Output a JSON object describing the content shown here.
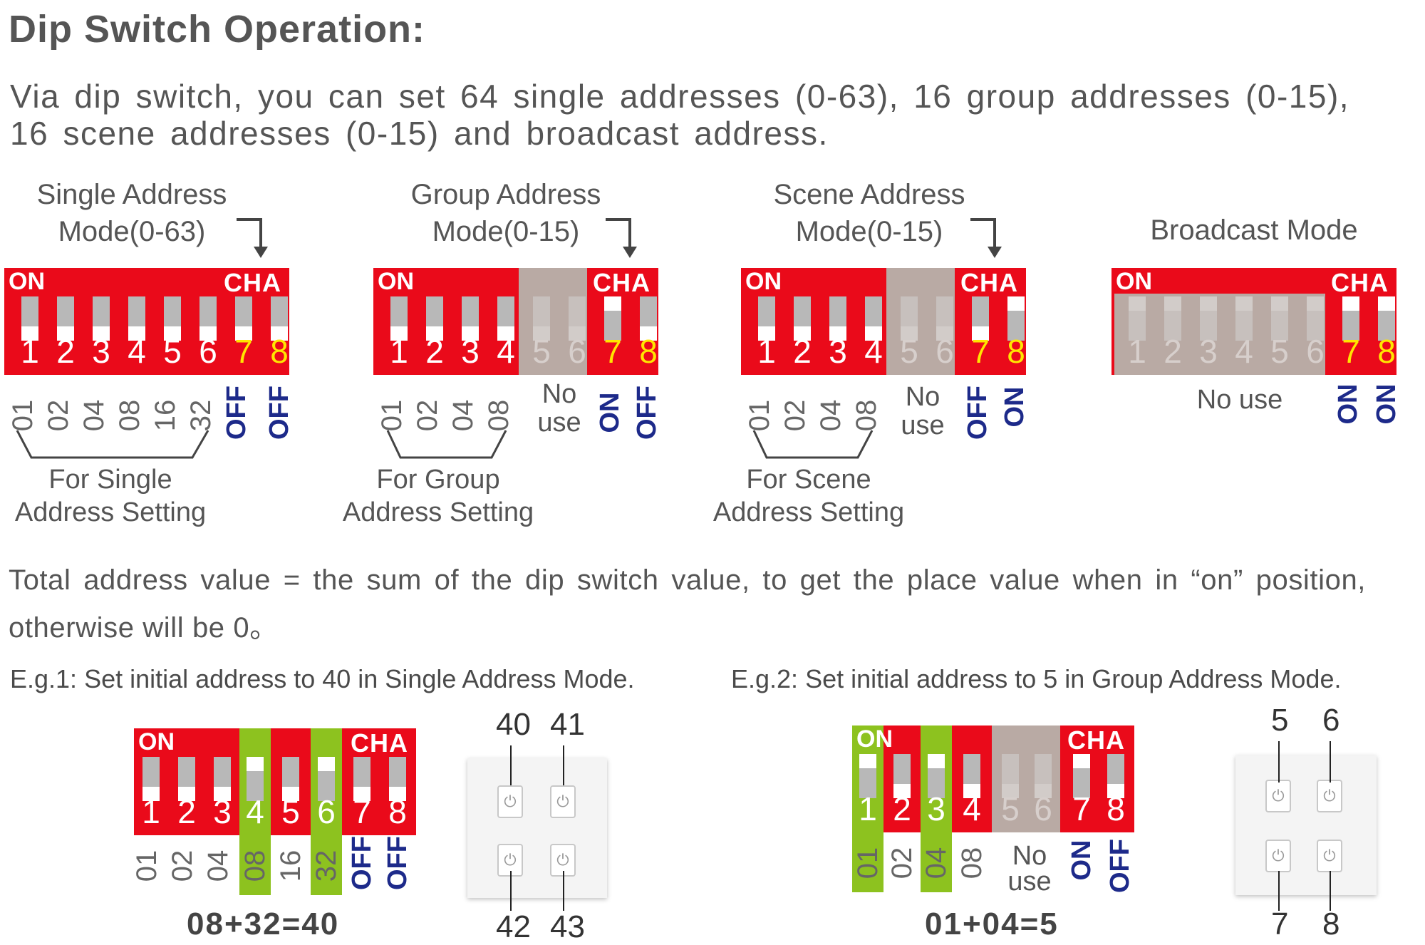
{
  "title": "Dip Switch Operation:",
  "intro": {
    "line1": "Via dip switch, you can set 64 single addresses (0-63), 16 group addresses (0-15),",
    "line2": "16 scene addresses (0-15) and broadcast address."
  },
  "switch_labels": {
    "on": "ON",
    "cha": "CHA",
    "off_word": "OFF",
    "on_word": "ON",
    "no_use": "No use",
    "no": "No",
    "use": "use"
  },
  "modes": {
    "single": {
      "title_line1": "Single Address",
      "title_line2": "Mode(0-63)",
      "switch_numbers": [
        "1",
        "2",
        "3",
        "4",
        "5",
        "6",
        "7",
        "8"
      ],
      "values": [
        "01",
        "02",
        "04",
        "08",
        "16",
        "32"
      ],
      "sw7": "OFF",
      "sw8": "OFF",
      "for_line1": "For Single",
      "for_line2": "Address Setting"
    },
    "group": {
      "title_line1": "Group Address",
      "title_line2": "Mode(0-15)",
      "switch_numbers": [
        "1",
        "2",
        "3",
        "4",
        "5",
        "6",
        "7",
        "8"
      ],
      "values": [
        "01",
        "02",
        "04",
        "08"
      ],
      "no": "No",
      "use": "use",
      "sw7": "ON",
      "sw8": "OFF",
      "for_line1": "For Group",
      "for_line2": "Address Setting"
    },
    "scene": {
      "title_line1": "Scene Address",
      "title_line2": "Mode(0-15)",
      "switch_numbers": [
        "1",
        "2",
        "3",
        "4",
        "5",
        "6",
        "7",
        "8"
      ],
      "values": [
        "01",
        "02",
        "04",
        "08"
      ],
      "no": "No",
      "use": "use",
      "sw7": "OFF",
      "sw8": "ON",
      "for_line1": "For Scene",
      "for_line2": "Address Setting"
    },
    "broadcast": {
      "title": "Broadcast Mode",
      "switch_numbers": [
        "1",
        "2",
        "3",
        "4",
        "5",
        "6",
        "7",
        "8"
      ],
      "no_use": "No use",
      "sw7": "ON",
      "sw8": "ON"
    }
  },
  "total": {
    "line1": "Total address value = the sum of the dip switch value, to get the place value when in “on” position,",
    "line2": "otherwise will be 0。"
  },
  "example1": {
    "text": "E.g.1: Set initial address to 40 in Single Address Mode.",
    "switch_numbers": [
      "1",
      "2",
      "3",
      "4",
      "5",
      "6",
      "7",
      "8"
    ],
    "values": [
      "01",
      "02",
      "04",
      "08",
      "16",
      "32"
    ],
    "highlighted_switches": [
      4,
      6
    ],
    "sw7": "OFF",
    "sw8": "OFF",
    "equation": "08+32=40",
    "panel_labels": {
      "top_left": "40",
      "top_right": "41",
      "bottom_left": "42",
      "bottom_right": "43"
    }
  },
  "example2": {
    "text": "E.g.2: Set initial address to 5 in Group Address Mode.",
    "switch_numbers": [
      "1",
      "2",
      "3",
      "4",
      "5",
      "6",
      "7",
      "8"
    ],
    "values": [
      "01",
      "02",
      "04",
      "08"
    ],
    "highlighted_switches": [
      1,
      3
    ],
    "no": "No",
    "use": "use",
    "sw7": "ON",
    "sw8": "OFF",
    "equation": "01+04=5",
    "panel_labels": {
      "top_left": "5",
      "top_right": "6",
      "bottom_left": "7",
      "bottom_right": "8"
    }
  },
  "colors": {
    "switch_red": "#ea0a1a",
    "unused_gray": "#b9aaa4",
    "highlight_green": "#8dc21f",
    "label_blue": "#1d2a8a",
    "number_yellow": "#ffe600"
  },
  "icons": {
    "switch_body": "dip-switch",
    "panel_button": "power-icon",
    "mode_arrow": "arrow-down-right-icon"
  }
}
